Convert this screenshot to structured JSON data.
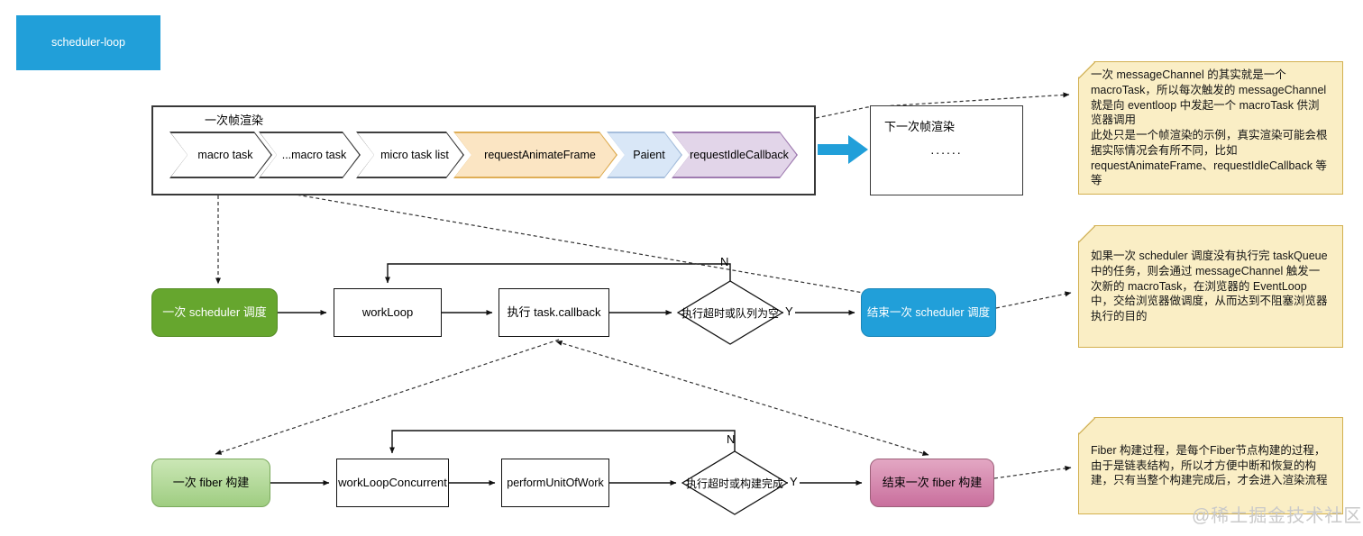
{
  "header": {
    "scheduler_loop_label": "scheduler-loop"
  },
  "frame_render": {
    "title": "一次帧渲染",
    "chevrons": [
      {
        "label": "macro task",
        "fill": "#FFFFFF",
        "border": "#3F3F3F"
      },
      {
        "label": "...macro task",
        "fill": "#FFFFFF",
        "border": "#3F3F3F"
      },
      {
        "label": "micro task list",
        "fill": "#FFFFFF",
        "border": "#3F3F3F"
      },
      {
        "label": "requestAnimateFrame",
        "fill": "#FBE5C3",
        "border": "#DFAE56"
      },
      {
        "label": "Paient",
        "fill": "#D9E7F7",
        "border": "#A6BEDC"
      },
      {
        "label": "requestIdleCallback",
        "fill": "#E2D5E9",
        "border": "#9F7BB0"
      }
    ]
  },
  "next_frame": {
    "title": "下一次帧渲染",
    "dots": "......"
  },
  "notes": [
    {
      "text": "一次 messageChannel 的其实就是一个 macroTask，所以每次触发的 messageChannel 就是向 eventloop 中发起一个 macroTask 供浏览器调用\n此处只是一个帧渲染的示例，真实渲染可能会根据实际情况会有所不同，比如 requestAnimateFrame、requestIdleCallback 等等"
    },
    {
      "text": "如果一次 scheduler 调度没有执行完 taskQueue 中的任务，则会通过 messageChannel 触发一次新的 macroTask，在浏览器的 EventLoop 中，交给浏览器做调度，从而达到不阻塞浏览器执行的目的"
    },
    {
      "text": "Fiber 构建过程，是每个Fiber节点构建的过程，由于是链表结构，所以才方便中断和恢复的构建，只有当整个构建完成后，才会进入渲染流程"
    }
  ],
  "scheduler_flow": {
    "start": "一次 scheduler 调度",
    "step1": "workLoop",
    "step2": "执行 task.callback",
    "decision": "执行超时或队列为空",
    "yes": "Y",
    "no": "N",
    "end": "结束一次 scheduler 调度"
  },
  "fiber_flow": {
    "start": "一次 fiber 构建",
    "step1": "workLoopConcurrent",
    "step2": "performUnitOfWork",
    "decision": "执行超时或构建完成",
    "yes": "Y",
    "no": "N",
    "end": "结束一次 fiber 构建"
  },
  "watermark": "@稀土掘金技术社区",
  "colors": {
    "accent_blue": "#219FD9",
    "green": "#66A62E",
    "light_green": "#AFD795",
    "pink": "#D580A8",
    "note_bg": "#FAEEC5",
    "note_border": "#D3B04F",
    "chevron_orange": "#FBE5C3",
    "chevron_blue": "#D9E7F7",
    "chevron_purple": "#E2D5E9"
  }
}
